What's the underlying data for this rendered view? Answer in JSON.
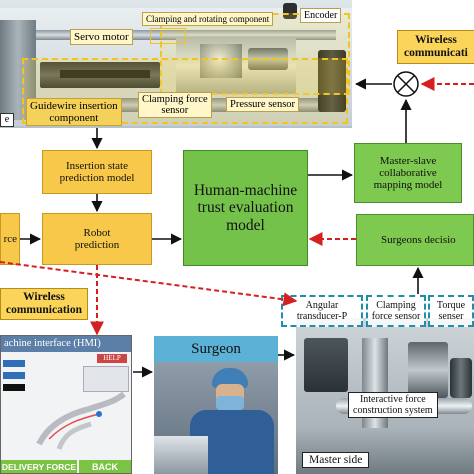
{
  "robot_side": {
    "component_labels": {
      "clamping_rotating": "Clamping and rotating component",
      "encoder": "Encoder",
      "servo_motor": "Servo motor",
      "clamping_force_sensor": "Clamping force\nsensor",
      "pressure_sensor": "Pressure sensor",
      "guidewire_insertion": "Guidewire insertion\ncomponent"
    },
    "edge_label": "e"
  },
  "blocks": {
    "insertion_state": "Insertion state\nprediction model",
    "robot_prediction": "Robot\nprediction",
    "trust_model": "Human-machine\ntrust evaluation\nmodel",
    "master_slave": "Master-slave\ncollaborative\nmapping model",
    "surgeons_decision": "Surgeons decisio",
    "left_partial": "rce"
  },
  "wireless": {
    "top_right": "Wireless\ncommunicati",
    "middle": "Wireless\ncommunication"
  },
  "hmi": {
    "title": "achine interface (HMI)",
    "delivery_force": "DELIVERY FORCE",
    "back": "BACK",
    "help": "HELP"
  },
  "surgeon": {
    "title": "Surgeon"
  },
  "master_side": {
    "sensors": {
      "angular": "Angular\ntransducer-P",
      "clamping": "Clamping\nforce sensor",
      "torque": "Torque\nsenser"
    },
    "interactive_force": "Interactive force\nconstruction system",
    "label": "Master side"
  },
  "colors": {
    "yellow_block": "#f7c84a",
    "green_block": "#7ec94f",
    "arrow_black": "#111111",
    "arrow_red_dashed": "#d42020",
    "sensor_dashed": "#1e8fa7",
    "highlight_yellow": "#f2c41f",
    "surgeon_header": "#5cb2d6"
  }
}
